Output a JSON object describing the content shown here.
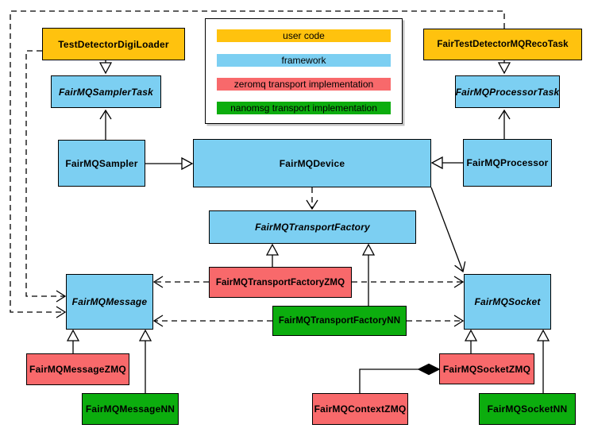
{
  "legend": {
    "items": [
      {
        "label": "user code",
        "color": "#FFC20E"
      },
      {
        "label": "framework",
        "color": "#7CCFF2"
      },
      {
        "label": "zeromq transport implementation",
        "color": "#F8696B"
      },
      {
        "label": "nanomsg transport implementation",
        "color": "#0CAD0E"
      }
    ]
  },
  "nodes": {
    "testDetectorDigiLoader": {
      "label": "TestDetectorDigiLoader",
      "category": "user code"
    },
    "fairTestDetectorMQRecoTask": {
      "label": "FairTestDetectorMQRecoTask",
      "category": "user code"
    },
    "fairMQSamplerTask": {
      "label": "FairMQSamplerTask",
      "category": "framework",
      "abstract": true
    },
    "fairMQProcessorTask": {
      "label": "FairMQProcessorTask",
      "category": "framework",
      "abstract": true
    },
    "fairMQSampler": {
      "label": "FairMQSampler",
      "category": "framework"
    },
    "fairMQDevice": {
      "label": "FairMQDevice",
      "category": "framework"
    },
    "fairMQProcessor": {
      "label": "FairMQProcessor",
      "category": "framework"
    },
    "fairMQTransportFactory": {
      "label": "FairMQTransportFactory",
      "category": "framework",
      "abstract": true
    },
    "fairMQTransportFactoryZMQ": {
      "label": "FairMQTransportFactoryZMQ",
      "category": "zeromq transport implementation"
    },
    "fairMQTransportFactoryNN": {
      "label": "FairMQTransportFactoryNN",
      "category": "nanomsg transport implementation"
    },
    "fairMQMessage": {
      "label": "FairMQMessage",
      "category": "framework",
      "abstract": true
    },
    "fairMQMessageZMQ": {
      "label": "FairMQMessageZMQ",
      "category": "zeromq transport implementation"
    },
    "fairMQMessageNN": {
      "label": "FairMQMessageNN",
      "category": "nanomsg transport implementation"
    },
    "fairMQSocket": {
      "label": "FairMQSocket",
      "category": "framework",
      "abstract": true
    },
    "fairMQSocketZMQ": {
      "label": "FairMQSocketZMQ",
      "category": "zeromq transport implementation"
    },
    "fairMQSocketNN": {
      "label": "FairMQSocketNN",
      "category": "nanomsg transport implementation"
    },
    "fairMQContextZMQ": {
      "label": "FairMQContextZMQ",
      "category": "zeromq transport implementation"
    }
  },
  "edges": [
    {
      "from": "TestDetectorDigiLoader",
      "to": "FairMQSamplerTask",
      "type": "generalization-hollow-triangle"
    },
    {
      "from": "FairTestDetectorMQRecoTask",
      "to": "FairMQProcessorTask",
      "type": "generalization-hollow-triangle"
    },
    {
      "from": "FairMQSampler",
      "to": "FairMQDevice",
      "type": "generalization-hollow-triangle"
    },
    {
      "from": "FairMQProcessor",
      "to": "FairMQDevice",
      "type": "generalization-hollow-triangle"
    },
    {
      "from": "FairMQSampler",
      "to": "FairMQSamplerTask",
      "type": "association-open-arrow"
    },
    {
      "from": "FairMQProcessor",
      "to": "FairMQProcessorTask",
      "type": "association-open-arrow"
    },
    {
      "from": "FairMQDevice",
      "to": "FairMQSocket",
      "type": "association-open-arrow"
    },
    {
      "from": "FairMQDevice",
      "to": "FairMQTransportFactory",
      "type": "dependency-dashed"
    },
    {
      "from": "TestDetectorDigiLoader",
      "to": "FairMQMessage",
      "type": "dependency-dashed"
    },
    {
      "from": "FairTestDetectorMQRecoTask",
      "to": "FairMQMessage",
      "type": "dependency-dashed"
    },
    {
      "from": "FairMQTransportFactoryZMQ",
      "to": "FairMQTransportFactory",
      "type": "generalization-hollow-triangle"
    },
    {
      "from": "FairMQTransportFactoryNN",
      "to": "FairMQTransportFactory",
      "type": "generalization-hollow-triangle"
    },
    {
      "from": "FairMQTransportFactoryZMQ",
      "to": "FairMQMessage",
      "type": "dependency-dashed"
    },
    {
      "from": "FairMQTransportFactoryZMQ",
      "to": "FairMQSocket",
      "type": "dependency-dashed"
    },
    {
      "from": "FairMQTransportFactoryNN",
      "to": "FairMQMessage",
      "type": "dependency-dashed"
    },
    {
      "from": "FairMQTransportFactoryNN",
      "to": "FairMQSocket",
      "type": "dependency-dashed"
    },
    {
      "from": "FairMQMessageZMQ",
      "to": "FairMQMessage",
      "type": "generalization-hollow-triangle"
    },
    {
      "from": "FairMQMessageNN",
      "to": "FairMQMessage",
      "type": "generalization-hollow-triangle"
    },
    {
      "from": "FairMQSocketZMQ",
      "to": "FairMQSocket",
      "type": "generalization-hollow-triangle"
    },
    {
      "from": "FairMQSocketNN",
      "to": "FairMQSocket",
      "type": "generalization-hollow-triangle"
    },
    {
      "from": "FairMQContextZMQ",
      "to": "FairMQSocketZMQ",
      "type": "composition-filled-diamond"
    }
  ]
}
